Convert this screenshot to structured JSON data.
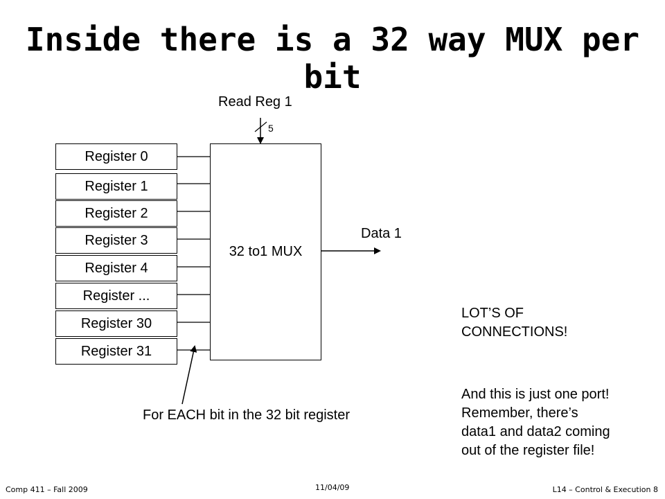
{
  "slide": {
    "title": "Inside there is a 32 way MUX per bit"
  },
  "diagram": {
    "read_reg_label": "Read Reg 1",
    "bus_width": "5",
    "mux_label": "32 to1 MUX",
    "output_label": "Data 1",
    "bit_caption": "For EACH bit in the 32 bit register",
    "registers": [
      "Register 0",
      "Register 1",
      "Register 2",
      "Register 3",
      "Register 4",
      "Register ...",
      "Register 30",
      "Register 31"
    ]
  },
  "notes": {
    "connections_line1": "LOT’S OF",
    "connections_line2": "CONNECTIONS!",
    "port_line1": "And this is just one port!",
    "port_line2": "Remember, there’s",
    "port_line3": "data1 and data2 coming",
    "port_line4": "out of the register file!"
  },
  "footer": {
    "course": "Comp 411 – Fall 2009",
    "date": "11/04/09",
    "lecture": "L14 – Control & Execution  8"
  }
}
